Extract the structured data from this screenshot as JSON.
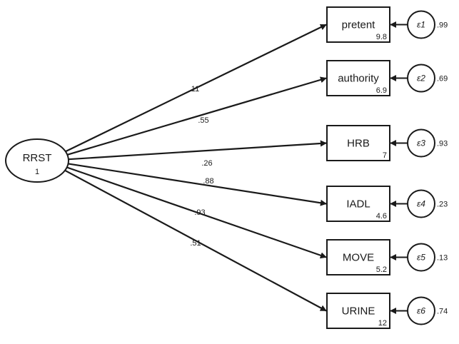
{
  "latent": {
    "name": "RRST",
    "variance": "1"
  },
  "indicators": [
    {
      "name": "pretent",
      "intercept": "9.8",
      "loading": ".11",
      "error": {
        "symbol": "ε1",
        "variance": ".99"
      }
    },
    {
      "name": "authority",
      "intercept": "6.9",
      "loading": ".55",
      "error": {
        "symbol": "ε2",
        "variance": ".69"
      }
    },
    {
      "name": "HRB",
      "intercept": "7",
      "loading": ".26",
      "error": {
        "symbol": "ε3",
        "variance": ".93"
      }
    },
    {
      "name": "IADL",
      "intercept": "4.6",
      "loading": ".88",
      "error": {
        "symbol": "ε4",
        "variance": ".23"
      }
    },
    {
      "name": "MOVE",
      "intercept": "5.2",
      "loading": ".93",
      "error": {
        "symbol": "ε5",
        "variance": ".13"
      }
    },
    {
      "name": "URINE",
      "intercept": "12",
      "loading": ".51",
      "error": {
        "symbol": "ε6",
        "variance": ".74"
      }
    }
  ],
  "colors": {
    "stroke": "#1a1a1a",
    "background": "#ffffff"
  }
}
